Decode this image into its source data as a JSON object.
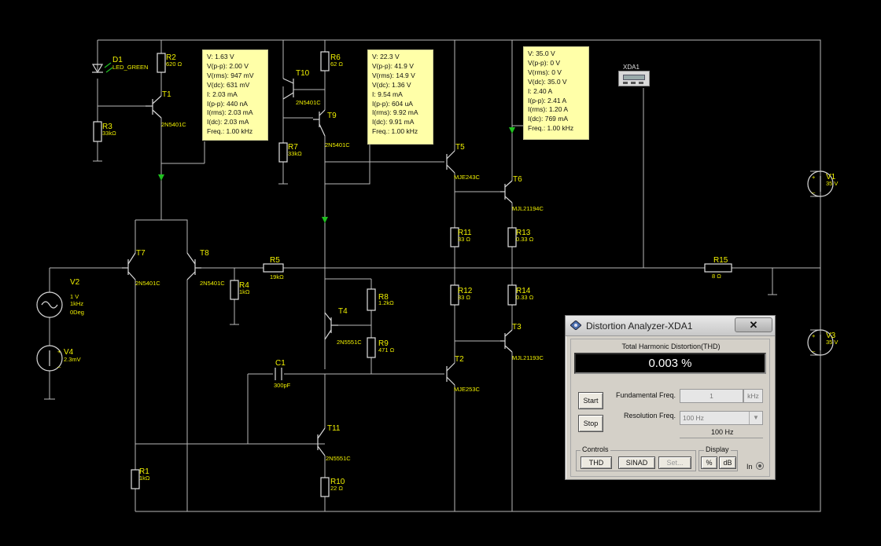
{
  "components": {
    "D1": {
      "name": "D1",
      "value": "LED_GREEN"
    },
    "R2": {
      "name": "R2",
      "value": "620 Ω"
    },
    "T1": {
      "name": "T1",
      "value": "2N5401C"
    },
    "R3": {
      "name": "R3",
      "value": "33kΩ"
    },
    "T10": {
      "name": "T10",
      "value": "2N5401C"
    },
    "R6": {
      "name": "R6",
      "value": "62 Ω"
    },
    "T9": {
      "name": "T9",
      "value": "2N5401C"
    },
    "R7": {
      "name": "R7",
      "value": "33kΩ"
    },
    "T5": {
      "name": "T5",
      "value": "MJE243C"
    },
    "T6": {
      "name": "T6",
      "value": "MJL21194C"
    },
    "R11": {
      "name": "R11",
      "value": "33 Ω"
    },
    "R13": {
      "name": "R13",
      "value": "0.33 Ω"
    },
    "T7": {
      "name": "T7",
      "value": "2N5401C"
    },
    "T8": {
      "name": "T8",
      "value": "2N5401C"
    },
    "R5": {
      "name": "R5",
      "value": "19kΩ"
    },
    "R4": {
      "name": "R4",
      "value": "1kΩ"
    },
    "V2": {
      "name": "V2",
      "value": "1 V\n1kHz\n0Deg"
    },
    "V4": {
      "name": "V4",
      "value": "2.3mV"
    },
    "R8": {
      "name": "R8",
      "value": "1.2kΩ"
    },
    "T4": {
      "name": "T4",
      "value": "2N5551C"
    },
    "R9": {
      "name": "R9",
      "value": "471 Ω"
    },
    "R12": {
      "name": "R12",
      "value": "33 Ω"
    },
    "R14": {
      "name": "R14",
      "value": "0.33 Ω"
    },
    "T3": {
      "name": "T3",
      "value": "MJL21193C"
    },
    "T2": {
      "name": "T2",
      "value": "MJE253C"
    },
    "C1": {
      "name": "C1",
      "value": "300pF"
    },
    "T11": {
      "name": "T11",
      "value": "2N5551C"
    },
    "R1": {
      "name": "R1",
      "value": "1kΩ"
    },
    "R10": {
      "name": "R10",
      "value": "22 Ω"
    },
    "R15": {
      "name": "R15",
      "value": "8 Ω"
    },
    "V1": {
      "name": "V1",
      "value": "35 V"
    },
    "V3": {
      "name": "V3",
      "value": "35 V"
    },
    "XDA1": {
      "name": "XDA1"
    }
  },
  "probes": [
    {
      "lines": [
        "V: 1.63 V",
        "V(p-p): 2.00 V",
        "V(rms): 947 mV",
        "V(dc): 631 mV",
        "I: 2.03 mA",
        "I(p-p): 440 nA",
        "I(rms): 2.03 mA",
        "I(dc): 2.03 mA",
        "Freq.: 1.00 kHz"
      ]
    },
    {
      "lines": [
        "V: 22.3 V",
        "V(p-p): 41.9 V",
        "V(rms): 14.9 V",
        "V(dc): 1.36 V",
        "I: 9.54 mA",
        "I(p-p): 604 uA",
        "I(rms): 9.92 mA",
        "I(dc): 9.91 mA",
        "Freq.: 1.00 kHz"
      ]
    },
    {
      "lines": [
        "V: 35.0 V",
        "V(p-p): 0 V",
        "V(rms): 0 V",
        "V(dc): 35.0 V",
        "I: 2.40 A",
        "I(p-p): 2.41 A",
        "I(rms): 1.20 A",
        "I(dc): 769 mA",
        "Freq.: 1.00 kHz"
      ]
    }
  ],
  "analyzer": {
    "title": "Distortion Analyzer-XDA1",
    "close_label": "✕",
    "section_title": "Total Harmonic Distortion(THD)",
    "readout": "0.003 %",
    "start_label": "Start",
    "stop_label": "Stop",
    "fund_label": "Fundamental Freq.",
    "fund_value": "1",
    "fund_unit": "kHz",
    "res_label": "Resolution Freq.",
    "res_value": "100 Hz",
    "res_display": "100 Hz",
    "controls_label": "Controls",
    "thd_label": "THD",
    "sinad_label": "SINAD",
    "set_label": "Set...",
    "display_label": "Display",
    "pct_label": "%",
    "db_label": "dB",
    "in_label": "In"
  }
}
